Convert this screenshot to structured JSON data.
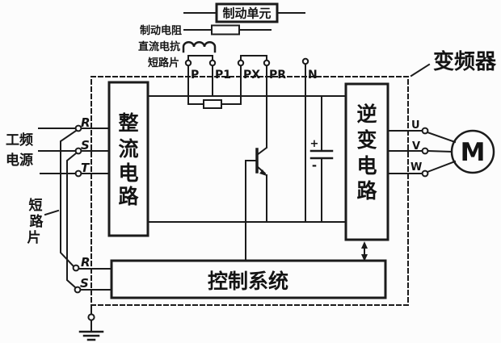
{
  "diagram": {
    "title": "变频器",
    "external_components": {
      "brake_unit": "制动单元",
      "brake_resistor": "制动电阻",
      "dc_reactor": "直流电抗",
      "short_piece_top": "短路片"
    },
    "power_input": {
      "label_line1": "工频",
      "label_line2": "电源",
      "terminals": [
        "R",
        "S",
        "T"
      ]
    },
    "short_piece_left": {
      "chars": [
        "短",
        "路",
        "片"
      ]
    },
    "dc_terminals": {
      "p": "P",
      "p1": "P1",
      "px": "PX",
      "pr": "PR",
      "n": "N"
    },
    "blocks": {
      "rectifier": {
        "label": "整流电路",
        "chars": [
          "整",
          "流",
          "电",
          "路"
        ]
      },
      "inverter": {
        "label": "逆变电路",
        "chars": [
          "逆",
          "变",
          "电",
          "路"
        ]
      },
      "control": {
        "label": "控制系统"
      }
    },
    "capacitor": {
      "plus": "+",
      "minus": "-"
    },
    "control_terminals": {
      "r": "R",
      "s": "S"
    },
    "output": {
      "terminals": [
        "U",
        "V",
        "W"
      ],
      "motor": "M"
    },
    "colors": {
      "ink": "#1b1b1b",
      "background": "#fcfcfc"
    }
  }
}
